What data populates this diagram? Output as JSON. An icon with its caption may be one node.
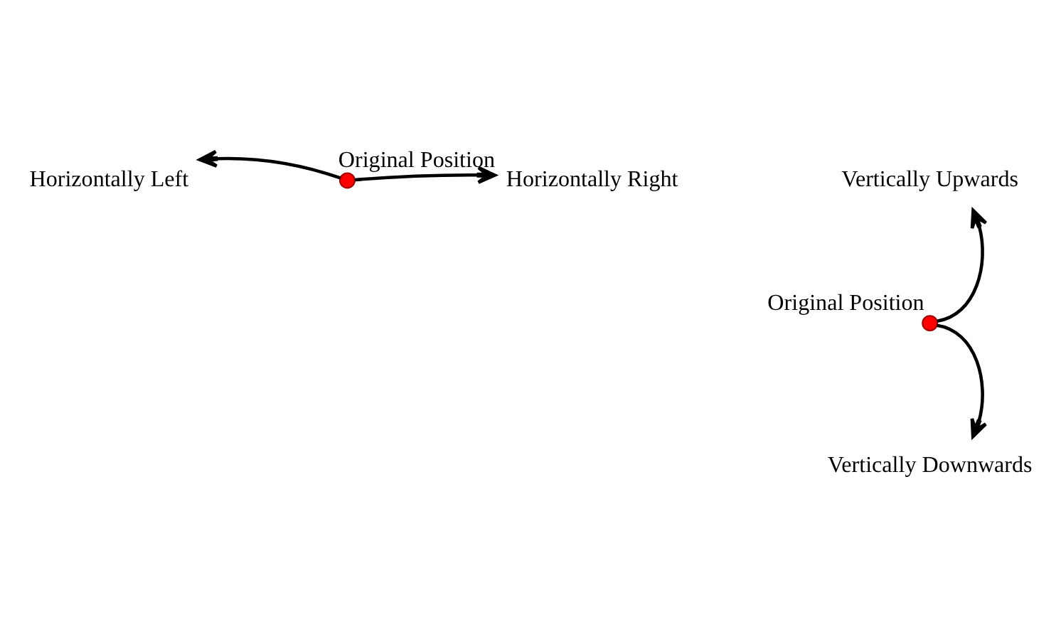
{
  "diagram": {
    "nodes": [
      {
        "text": [
          "Horizontally Left"
        ]
      },
      {
        "text": [],
        "shape": "circle",
        "beside": [
          "Original Position"
        ]
      },
      {
        "text": [
          "Horizontally Right"
        ]
      },
      {
        "text": [
          "Vertically Upwards"
        ]
      },
      {
        "text": [],
        "shape": "circle",
        "beside": [
          "Original Position"
        ]
      },
      {
        "text": [
          "Vertically Downwards"
        ]
      }
    ],
    "edges": [
      {
        "from": 1,
        "to": 0,
        "arrow": "to"
      },
      {
        "from": 1,
        "to": 2,
        "arrow": "to"
      },
      {
        "from": 4,
        "to": 3,
        "arrow": "to"
      },
      {
        "from": 4,
        "to": 5,
        "arrow": "to"
      }
    ]
  }
}
